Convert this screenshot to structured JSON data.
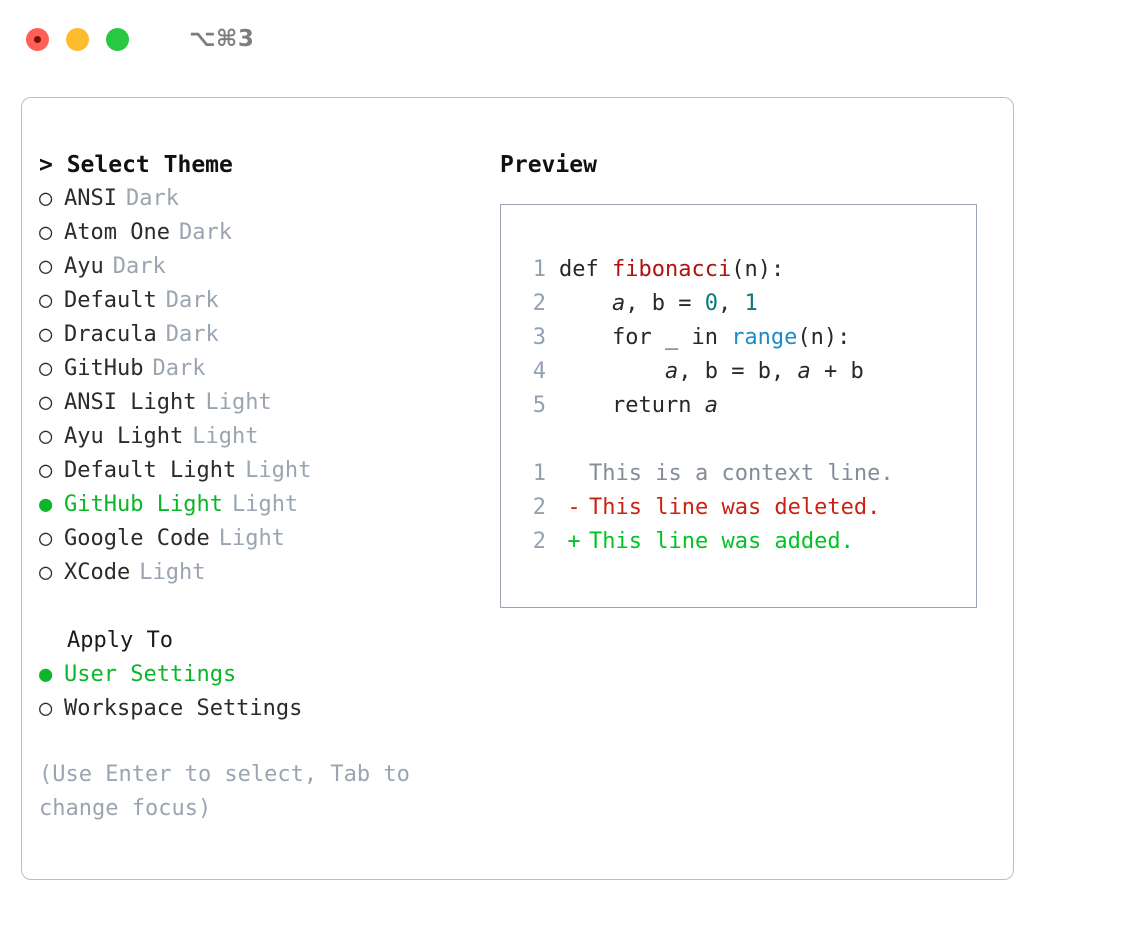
{
  "titlebar": {
    "shortcut": "⌥⌘3",
    "buttons": [
      {
        "name": "close",
        "color": "#ff5f57"
      },
      {
        "name": "minimize",
        "color": "#fdbc2c"
      },
      {
        "name": "maximize",
        "color": "#28c840"
      }
    ]
  },
  "left": {
    "heading": "> Select Theme",
    "themes": [
      {
        "marker": "○",
        "label": "ANSI",
        "kind": "Dark",
        "selected": false
      },
      {
        "marker": "○",
        "label": "Atom One",
        "kind": "Dark",
        "selected": false
      },
      {
        "marker": "○",
        "label": "Ayu",
        "kind": "Dark",
        "selected": false
      },
      {
        "marker": "○",
        "label": "Default",
        "kind": "Dark",
        "selected": false
      },
      {
        "marker": "○",
        "label": "Dracula",
        "kind": "Dark",
        "selected": false
      },
      {
        "marker": "○",
        "label": "GitHub",
        "kind": "Dark",
        "selected": false
      },
      {
        "marker": "○",
        "label": "ANSI Light",
        "kind": "Light",
        "selected": false
      },
      {
        "marker": "○",
        "label": "Ayu Light",
        "kind": "Light",
        "selected": false
      },
      {
        "marker": "○",
        "label": "Default Light",
        "kind": "Light",
        "selected": false
      },
      {
        "marker": "●",
        "label": "GitHub Light",
        "kind": "Light",
        "selected": true
      },
      {
        "marker": "○",
        "label": "Google Code",
        "kind": "Light",
        "selected": false
      },
      {
        "marker": "○",
        "label": "XCode",
        "kind": "Light",
        "selected": false
      }
    ],
    "apply_to": {
      "title": "Apply To",
      "options": [
        {
          "marker": "●",
          "label": "User Settings",
          "selected": true
        },
        {
          "marker": "○",
          "label": "Workspace Settings",
          "selected": false
        }
      ]
    },
    "hint": "(Use Enter to select, Tab to change focus)"
  },
  "right": {
    "title": "Preview",
    "code": [
      {
        "num": "1",
        "parts": [
          {
            "t": "def ",
            "c": "plain"
          },
          {
            "t": "fibonacci",
            "c": "fn"
          },
          {
            "t": "(n):",
            "c": "plain"
          }
        ]
      },
      {
        "num": "2",
        "parts": [
          {
            "t": "    ",
            "c": "plain"
          },
          {
            "t": "a",
            "c": "var"
          },
          {
            "t": ", ",
            "c": "plain"
          },
          {
            "t": "b",
            "c": "plain"
          },
          {
            "t": " = ",
            "c": "plain"
          },
          {
            "t": "0",
            "c": "num"
          },
          {
            "t": ", ",
            "c": "plain"
          },
          {
            "t": "1",
            "c": "num"
          }
        ]
      },
      {
        "num": "3",
        "parts": [
          {
            "t": "    for _ in ",
            "c": "plain"
          },
          {
            "t": "range",
            "c": "built"
          },
          {
            "t": "(n):",
            "c": "plain"
          }
        ]
      },
      {
        "num": "4",
        "parts": [
          {
            "t": "        ",
            "c": "plain"
          },
          {
            "t": "a",
            "c": "var"
          },
          {
            "t": ", ",
            "c": "plain"
          },
          {
            "t": "b",
            "c": "plain"
          },
          {
            "t": " = ",
            "c": "plain"
          },
          {
            "t": "b",
            "c": "plain"
          },
          {
            "t": ", ",
            "c": "plain"
          },
          {
            "t": "a",
            "c": "var"
          },
          {
            "t": " + ",
            "c": "plain"
          },
          {
            "t": "b",
            "c": "plain"
          }
        ]
      },
      {
        "num": "5",
        "parts": [
          {
            "t": "    return ",
            "c": "plain"
          },
          {
            "t": "a",
            "c": "var"
          }
        ]
      }
    ],
    "diff": [
      {
        "num": "1",
        "mark": " ",
        "text": "This is a context line.",
        "kind": "ctx"
      },
      {
        "num": "2",
        "mark": "-",
        "text": "This line was deleted.",
        "kind": "del"
      },
      {
        "num": "2",
        "mark": "+",
        "text": "This line was added.",
        "kind": "add"
      }
    ]
  },
  "colors": {
    "selected_green": "#0cb52a",
    "muted_gray": "#9aa5b1",
    "diff_add": "#00c423",
    "diff_del": "#cc2211",
    "token_function": "#b01212",
    "token_number": "#0b7a7a",
    "token_builtin": "#1a8cc8",
    "panel_border": "#b7bfcb"
  }
}
